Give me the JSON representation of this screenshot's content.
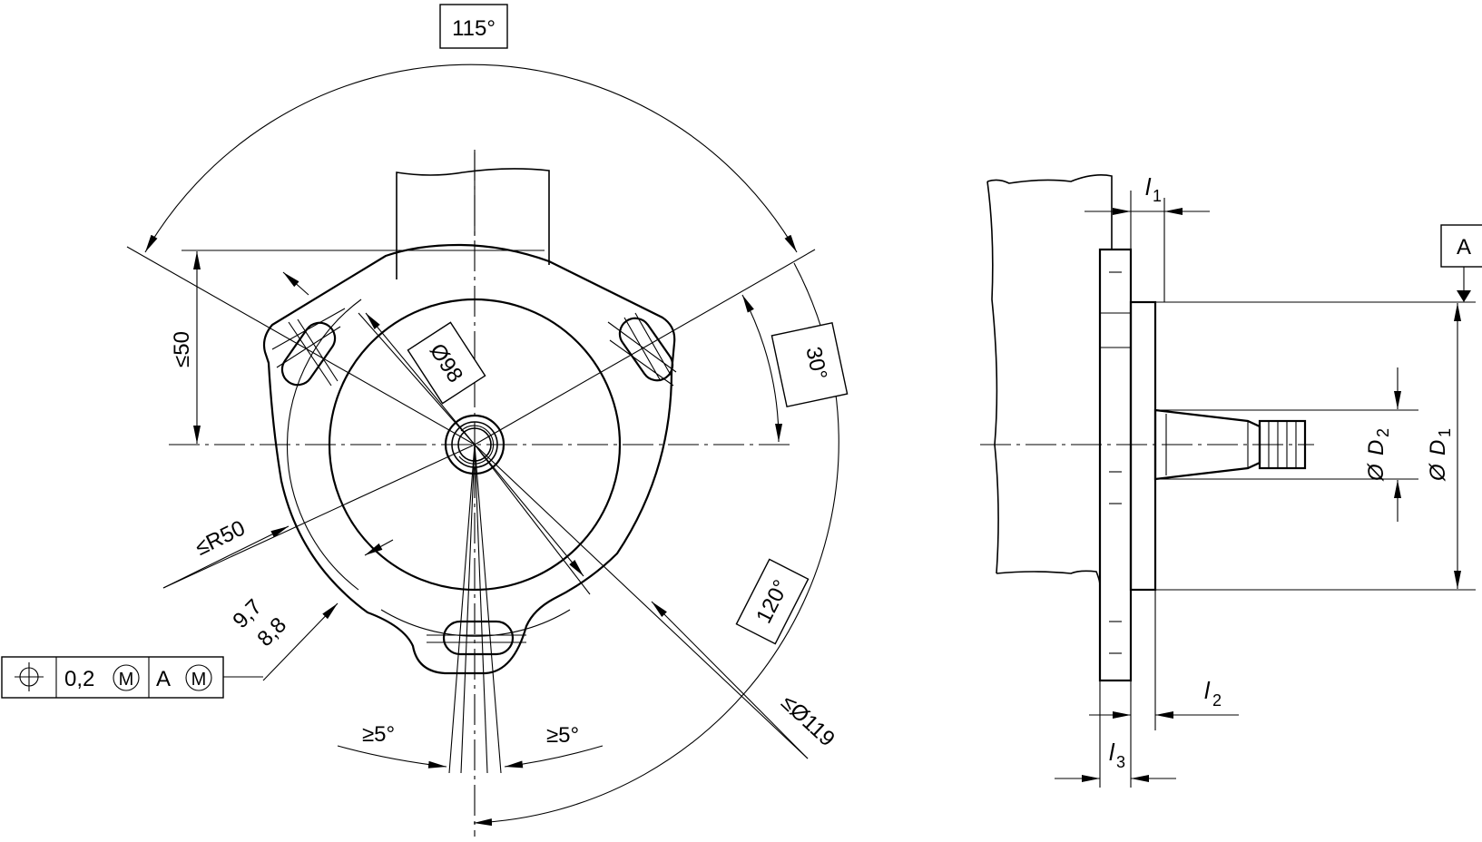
{
  "front_view": {
    "angle_top": "115°",
    "angle_right": "30°",
    "angle_bottom_right": "120°",
    "angle_left_clear": "≥5°",
    "angle_right_clear": "≥5°",
    "dia_pilot": "Ø98",
    "dia_max": "≤Ø119",
    "radius_max": "≤R50",
    "height_max": "≤50",
    "slot_width_upper": "9,7",
    "slot_width_lower": "8,8"
  },
  "tolerance_frame": {
    "symbol": "position-symbol",
    "value": "0,2",
    "modifier": "M",
    "datum": "A",
    "datum_modifier": "M"
  },
  "side_view": {
    "datum_label": "A",
    "l1_sym": "l",
    "l1_sub": "1",
    "l2_sym": "l",
    "l2_sub": "2",
    "l3_sym": "l",
    "l3_sub": "3",
    "d1_prefix": "Ø",
    "d1_sym": "D",
    "d1_sub": "1",
    "d2_prefix": "Ø",
    "d2_sym": "D",
    "d2_sub": "2"
  }
}
